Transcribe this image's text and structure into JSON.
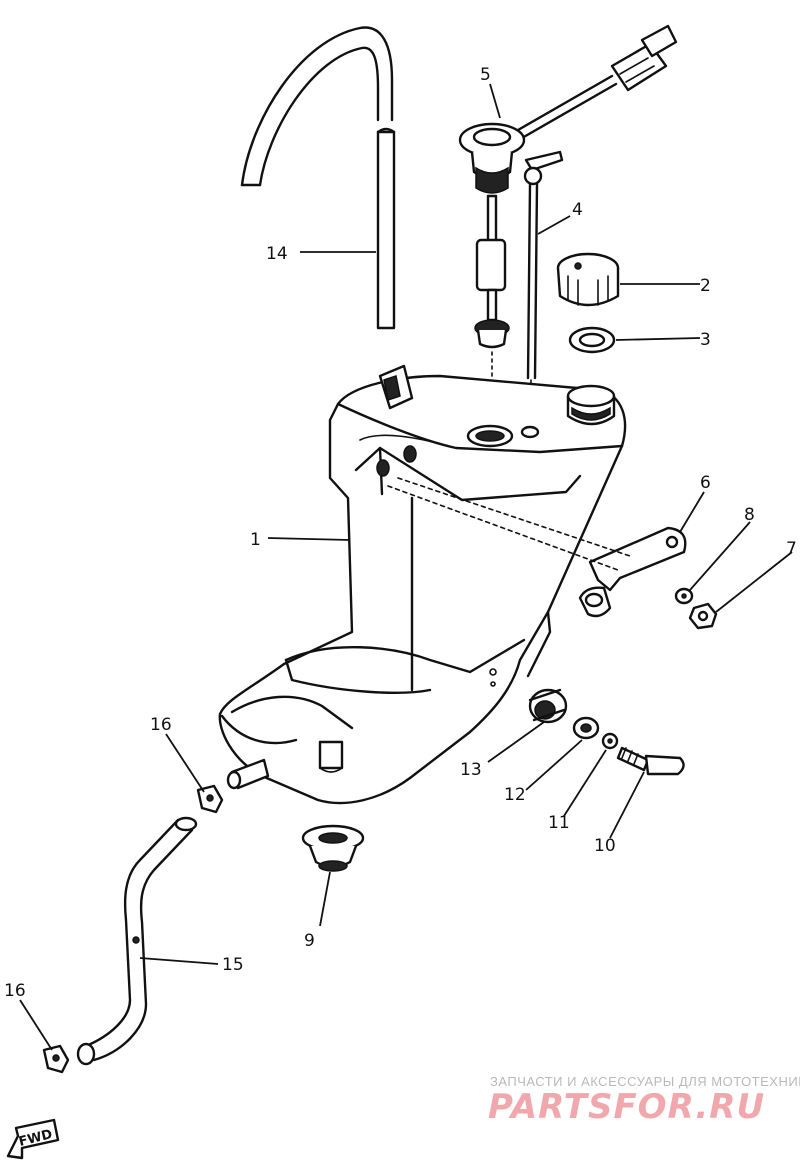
{
  "callouts": [
    {
      "id": "1",
      "label": "1"
    },
    {
      "id": "2",
      "label": "2"
    },
    {
      "id": "3",
      "label": "3"
    },
    {
      "id": "4",
      "label": "4"
    },
    {
      "id": "5",
      "label": "5"
    },
    {
      "id": "6",
      "label": "6"
    },
    {
      "id": "7",
      "label": "7"
    },
    {
      "id": "8",
      "label": "8"
    },
    {
      "id": "9",
      "label": "9"
    },
    {
      "id": "10",
      "label": "10"
    },
    {
      "id": "11",
      "label": "11"
    },
    {
      "id": "12",
      "label": "12"
    },
    {
      "id": "13",
      "label": "13"
    },
    {
      "id": "14",
      "label": "14"
    },
    {
      "id": "15",
      "label": "15"
    },
    {
      "id": "16a",
      "label": "16"
    },
    {
      "id": "16b",
      "label": "16"
    }
  ],
  "direction_marker": {
    "label": "FWD"
  },
  "watermark": {
    "tagline": "ЗАПЧАСТИ И АКСЕССУАРЫ ДЛЯ МОТОТЕХНИКИ",
    "brand": "PARTSFOR.RU",
    "color": "#f0a8ac"
  }
}
